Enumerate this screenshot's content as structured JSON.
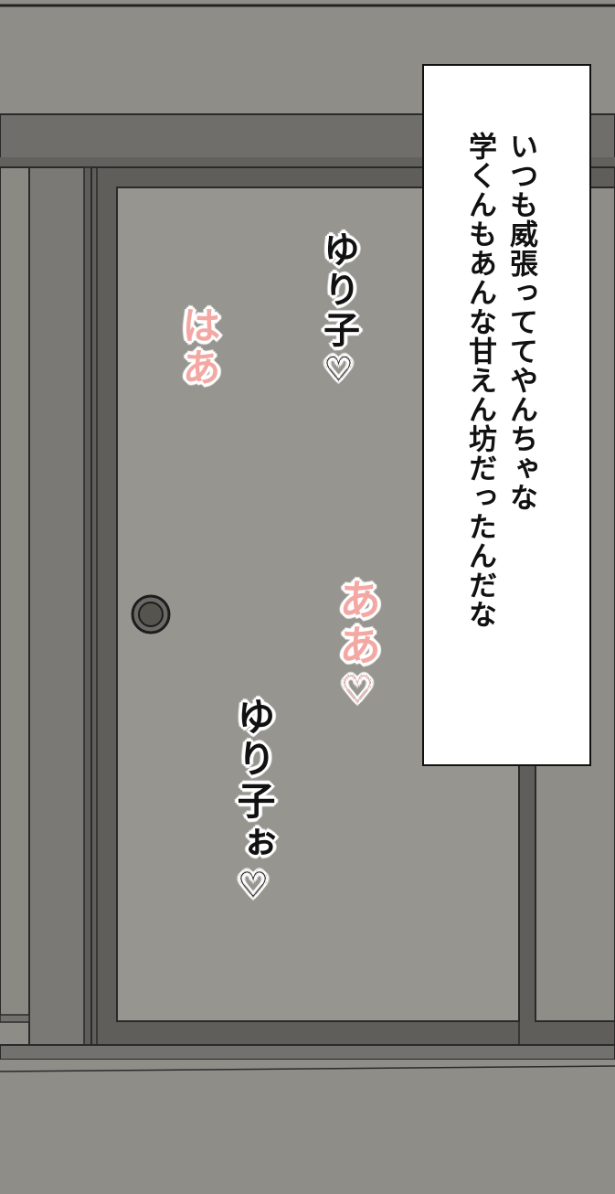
{
  "caption": {
    "line1": "いつも威張っててやんちゃな",
    "line2": "学くんもあんな甘えん坊だったんだな"
  },
  "sfx": {
    "yuriko_1": "ゆり子",
    "heart_1": "♡",
    "haa": "はあ",
    "aa": "ああ",
    "heart_2": "♡",
    "yuriko_2": "ゆり子ぉ",
    "heart_3": "♡"
  },
  "colors": {
    "wall": "#8e8c87",
    "frame": "#5e5d59",
    "door": "#96958f",
    "floor": "#8f8d88",
    "sfx_pink": "#f3a8a3",
    "ink": "#111111"
  }
}
